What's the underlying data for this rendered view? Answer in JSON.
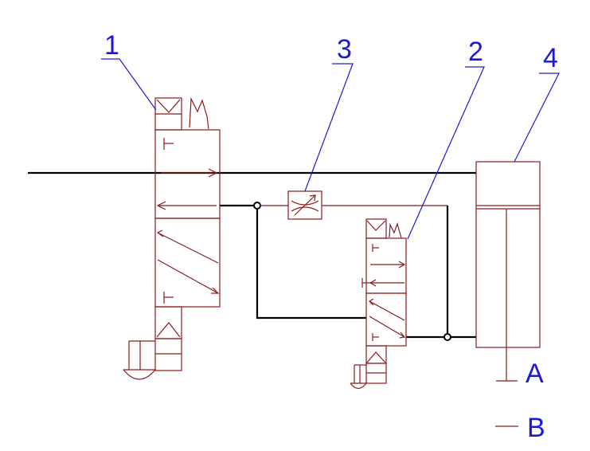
{
  "diagram": {
    "callouts": {
      "valve_1": "1",
      "valve_2": "2",
      "throttle_3": "3",
      "cylinder_4": "4"
    },
    "positions": {
      "a": "A",
      "b": "B"
    },
    "colors": {
      "component": "#8b1a1a",
      "pipe": "#000000",
      "leader": "#1a1ad6",
      "label": "#1a1ad6"
    }
  }
}
